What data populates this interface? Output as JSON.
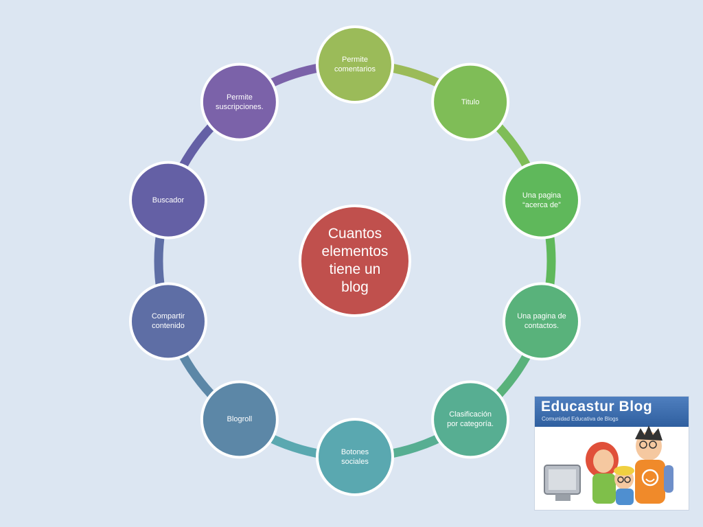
{
  "center": {
    "label": "Cuantos\nelementos\ntiene un\nblog",
    "color": "#c0504d"
  },
  "nodes": [
    {
      "label": "Permite\ncomentarios",
      "color": "#9bbb59"
    },
    {
      "label": "Titulo",
      "color": "#7fbd57"
    },
    {
      "label": "Una pagina\n“acerca de”",
      "color": "#5fb85b"
    },
    {
      "label": "Una pagina de\ncontactos.",
      "color": "#59b27b"
    },
    {
      "label": "Clasificación\npor categoría.",
      "color": "#57ae92"
    },
    {
      "label": "Botones\nsociales",
      "color": "#5aa8b0"
    },
    {
      "label": "Blogroll",
      "color": "#5c87a7"
    },
    {
      "label": "Compartir\ncontenido",
      "color": "#5e6ea5"
    },
    {
      "label": "Buscador",
      "color": "#6460a5"
    },
    {
      "label": "Permite\nsuscripciones.",
      "color": "#7b62a9"
    }
  ],
  "logo": {
    "brand": "Educastur Blog",
    "tagline": "Comunidad Educativa de Blogs"
  }
}
